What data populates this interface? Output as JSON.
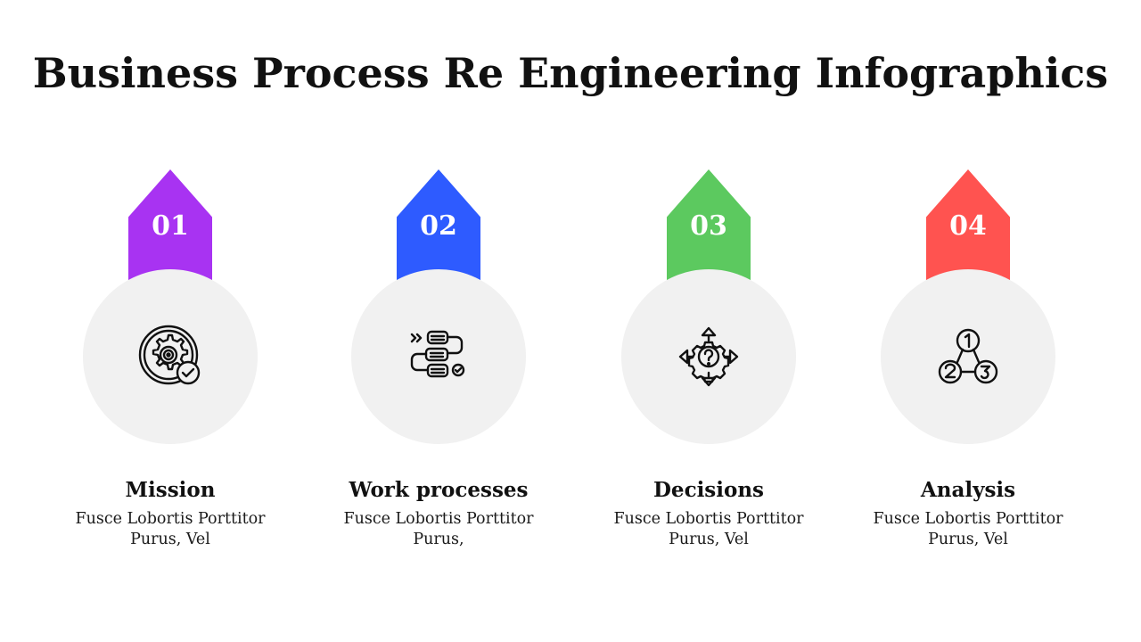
{
  "title": "Business Process Re Engineering Infographics",
  "steps": [
    {
      "number": "01",
      "heading": "Mission",
      "desc_line1": "Fusce Lobortis Porttitor",
      "desc_line2": "Purus, Vel",
      "color": "#a833f2",
      "icon": "target-gear-check-icon"
    },
    {
      "number": "02",
      "heading": "Work processes",
      "desc_line1": "Fusce Lobortis Porttitor",
      "desc_line2": "Purus,",
      "color": "#2e5bff",
      "icon": "workflow-icon"
    },
    {
      "number": "03",
      "heading": "Decisions",
      "desc_line1": "Fusce Lobortis Porttitor",
      "desc_line2": "Purus, Vel",
      "color": "#5cc95f",
      "icon": "gear-question-arrows-icon"
    },
    {
      "number": "04",
      "heading": "Analysis",
      "desc_line1": "Fusce Lobortis Porttitor",
      "desc_line2": "Purus, Vel",
      "color": "#ff5350",
      "icon": "numbered-nodes-icon"
    }
  ]
}
